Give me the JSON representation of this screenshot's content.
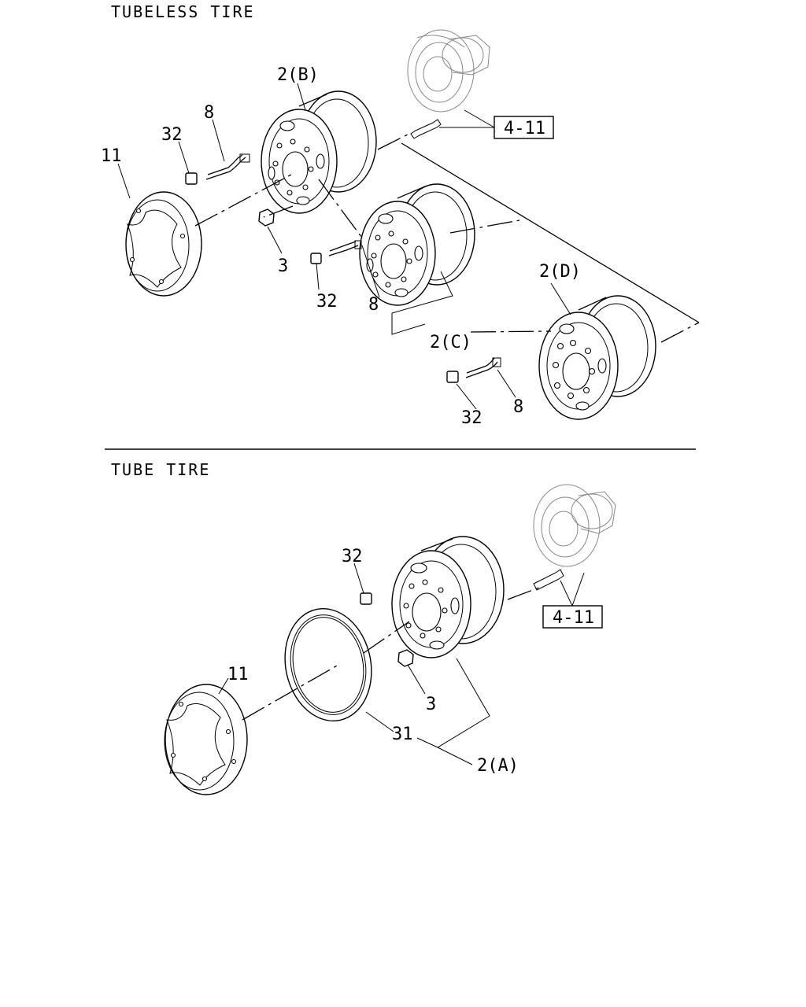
{
  "sections": {
    "tubeless_title": "TUBELESS TIRE",
    "tube_title": "TUBE TIRE"
  },
  "tubeless": {
    "label_2b": "2(B)",
    "label_2c": "2(C)",
    "label_2d": "2(D)",
    "label_8a": "8",
    "label_8b": "8",
    "label_8c": "8",
    "label_32a": "32",
    "label_32b": "32",
    "label_32c": "32",
    "label_11": "11",
    "label_3": "3",
    "ref_box": "4-11"
  },
  "tube": {
    "label_32": "32",
    "label_11": "11",
    "label_3": "3",
    "label_31": "31",
    "label_2a": "2(A)",
    "ref_box": "4-11"
  }
}
